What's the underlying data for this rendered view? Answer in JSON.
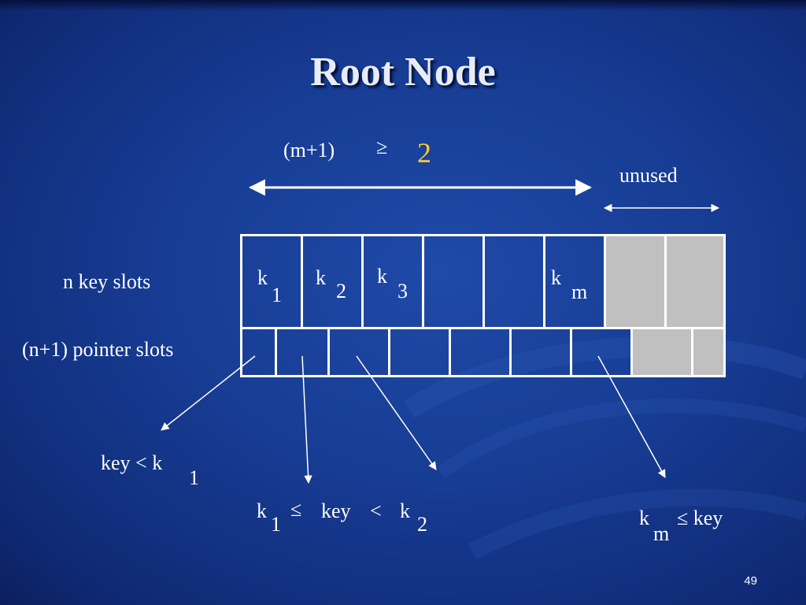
{
  "title": "Root Node",
  "constraint": {
    "left": "(m+1)",
    "op": "≥",
    "value": "2"
  },
  "unused_label": "unused",
  "row_labels": {
    "keys": "n key slots",
    "pointers": "(n+1) pointer slots"
  },
  "keys": [
    {
      "k": "k",
      "sub": "1"
    },
    {
      "k": "k",
      "sub": "2"
    },
    {
      "k": "k",
      "sub": "3"
    },
    {
      "k": "",
      "sub": ""
    },
    {
      "k": "",
      "sub": ""
    },
    {
      "k": "k",
      "sub": "m"
    }
  ],
  "ranges": {
    "r1": {
      "text": "key < k",
      "sub": "1"
    },
    "r2": {
      "k1": "k",
      "k1sub": "1",
      "op1": "≤",
      "mid": "key",
      "op2": "<",
      "k2": "k",
      "k2sub": "2"
    },
    "r3": {
      "k": "k",
      "sub": "m",
      "rest": "≤ key"
    }
  },
  "page_number": "49",
  "colors": {
    "background": "#173c93",
    "unused_slot": "#c0c0c0",
    "accent": "#ffcc33"
  }
}
